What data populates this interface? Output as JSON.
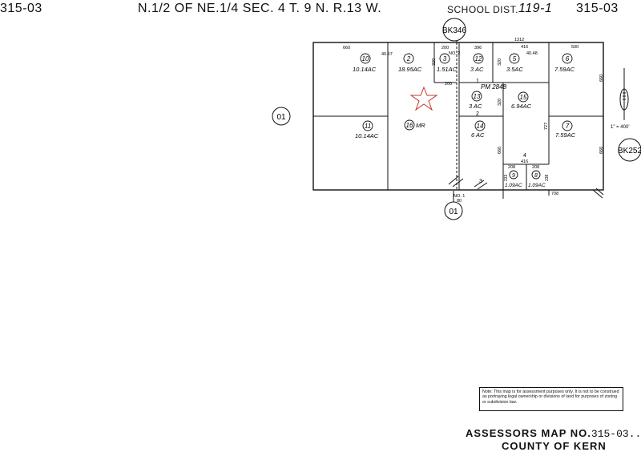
{
  "header": {
    "map_no_left": "315-03",
    "title": "N.1/2 OF NE.1/4 SEC. 4 T. 9 N. R.13 W.",
    "school_dist_label": "SCHOOL DIST.",
    "school_dist_value": "119-1",
    "map_no_right": "315-03"
  },
  "refs": {
    "book_top": "BK346",
    "book_right": "BK252",
    "adjacent_left": "01",
    "adjacent_bottom": "01",
    "scale": "1\" = 400'"
  },
  "parcels": [
    {
      "num": "10",
      "area": "10.14AC"
    },
    {
      "num": "2",
      "area": "18.95AC"
    },
    {
      "num": "3",
      "area": "1.51AC"
    },
    {
      "num": "12",
      "area": "3 AC"
    },
    {
      "num": "5",
      "area": "3.5AC"
    },
    {
      "num": "6",
      "area": "7.59AC"
    },
    {
      "num": "13",
      "area": "3 AC"
    },
    {
      "num": "15",
      "area": "6.94AC"
    },
    {
      "num": "11",
      "area": "10.14AC"
    },
    {
      "num": "16",
      "area": "MR"
    },
    {
      "num": "14",
      "area": "6 AC"
    },
    {
      "num": "7",
      "area": "7.59AC"
    },
    {
      "num": "9",
      "area": "1.09AC"
    },
    {
      "num": "8",
      "area": "1.09AC"
    }
  ],
  "dimensions": {
    "d660_top": "660",
    "d4057": "40.57",
    "d200a": "200",
    "d396": "396",
    "d1312": "1312",
    "d416a": "416",
    "d4048": "40.48",
    "d500": "500",
    "d660_right_a": "660",
    "d660_right_b": "660",
    "d320a": "320",
    "d320b": "320",
    "d320c": "320",
    "d200b": "200",
    "d727": "727",
    "d660_mid": "660",
    "d416b": "416",
    "d208a": "208",
    "d208b": "208",
    "d233": "233",
    "d238": "238",
    "d708": "708",
    "d80": "80"
  },
  "labels": {
    "no2": "NO. 2",
    "no1": "NO. 1",
    "pm": "PM 2848",
    "lot1": "1",
    "lot2": "2",
    "lot3": "3",
    "lot4": "4"
  },
  "note_text": "Note: This map is for assessment purposes only. It is not to be construed as portraying legal ownership or divisions of land for purposes of zoning or subdivision law.",
  "footer": {
    "map_label": "ASSESSORS MAP NO.",
    "map_value": "315-03....",
    "county": "COUNTY OF KERN"
  },
  "colors": {
    "ink": "#111111",
    "star": "#c0392b"
  }
}
